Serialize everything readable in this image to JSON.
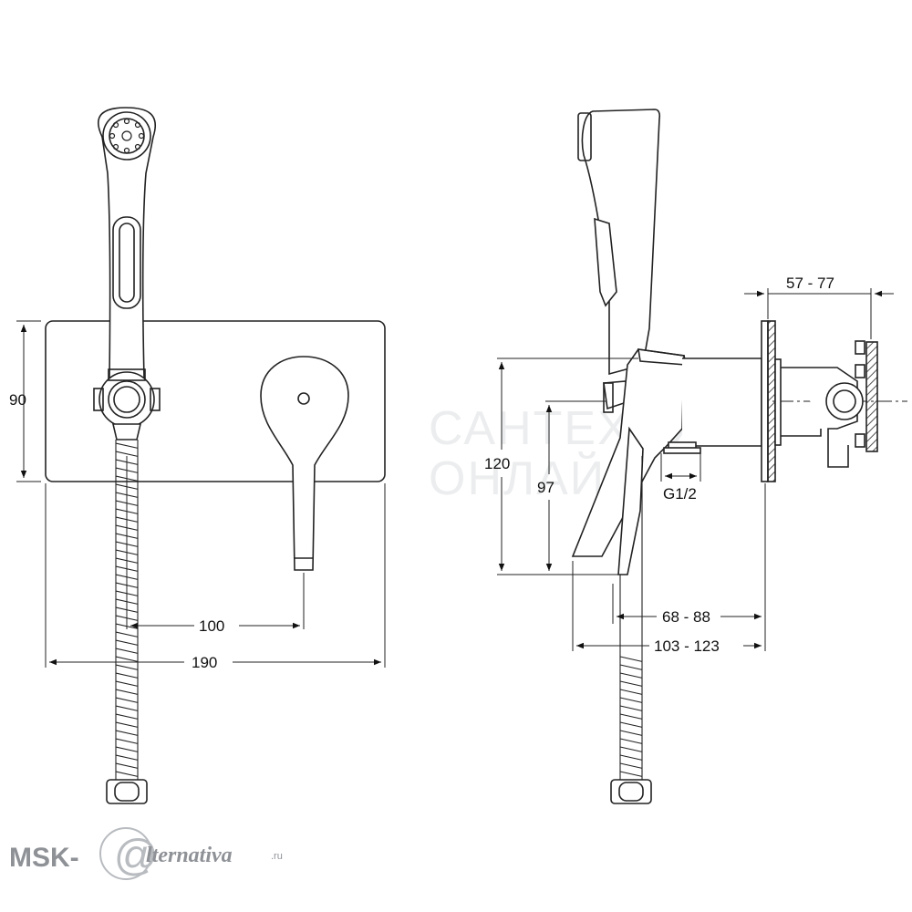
{
  "dimensions": {
    "front_height": "90",
    "lever_spacing": "100",
    "plate_width": "190",
    "side_height": "120",
    "outlet_height": "97",
    "thread": "G1/2",
    "wall_depth_min_max": "57 - 77",
    "lever_depth": "68 - 88",
    "total_depth": "103 - 123"
  },
  "watermark": {
    "line1": "САНТЕХНИКА",
    "line2": "ОНЛАЙН"
  },
  "logo": {
    "left": "MSK-",
    "at": "@",
    "right": "lternativa",
    "suffix": ".ru"
  }
}
